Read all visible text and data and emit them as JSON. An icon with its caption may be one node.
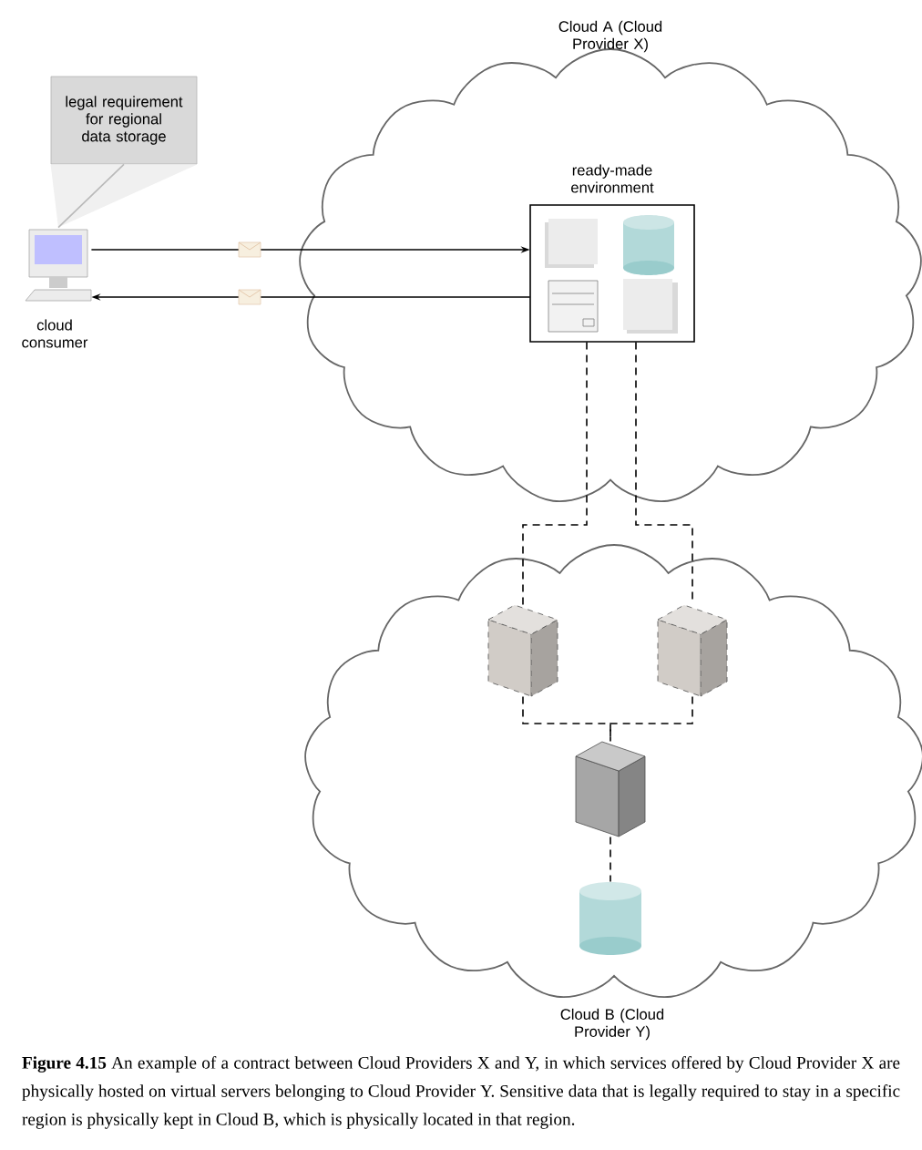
{
  "diagram": {
    "caption": "**Figure 4.15** An example of a contract between Cloud Providers X and Y, in which services offered by Cloud Provider X are physically hosted on virtual servers belonging to Cloud Provider Y. Sensitive data that is legally required to stay in a specific region is physically kept in Cloud B, which is physically located in that region.",
    "nodes": [
      {
        "text": [
          "Cloud A (Cloud Provider X)"
        ]
      },
      {
        "text": [
          "ready-made environment"
        ],
        "in": 0
      },
      {
        "text": [
          "cloud consumer"
        ]
      },
      {
        "text": [
          "legal requirement for regional data storage"
        ]
      },
      {
        "text": [
          "Cloud B (Cloud Provider Y)"
        ]
      },
      {
        "text": [],
        "shape": "box",
        "in": 4
      },
      {
        "text": [],
        "shape": "box",
        "in": 4
      },
      {
        "text": [],
        "shape": "box",
        "in": 4
      },
      {
        "text": [],
        "shape": "cylinder",
        "in": 4
      }
    ],
    "edges": [
      {
        "from": 2,
        "to": 1,
        "arrow": "to"
      },
      {
        "from": 1,
        "to": 2,
        "arrow": "to"
      },
      {
        "from": 3,
        "to": 2,
        "arrow": "none",
        "color": "#b9b9b9"
      },
      {
        "from": 1,
        "to": 5,
        "arrow": "none",
        "style": "dashed"
      },
      {
        "from": 1,
        "to": 6,
        "arrow": "none",
        "style": "dashed"
      },
      {
        "from": 5,
        "to": 7,
        "arrow": "none",
        "style": "dashed"
      },
      {
        "from": 6,
        "to": 7,
        "arrow": "none",
        "style": "dashed"
      },
      {
        "from": 7,
        "to": 8,
        "arrow": "none",
        "style": "dashed"
      }
    ]
  }
}
